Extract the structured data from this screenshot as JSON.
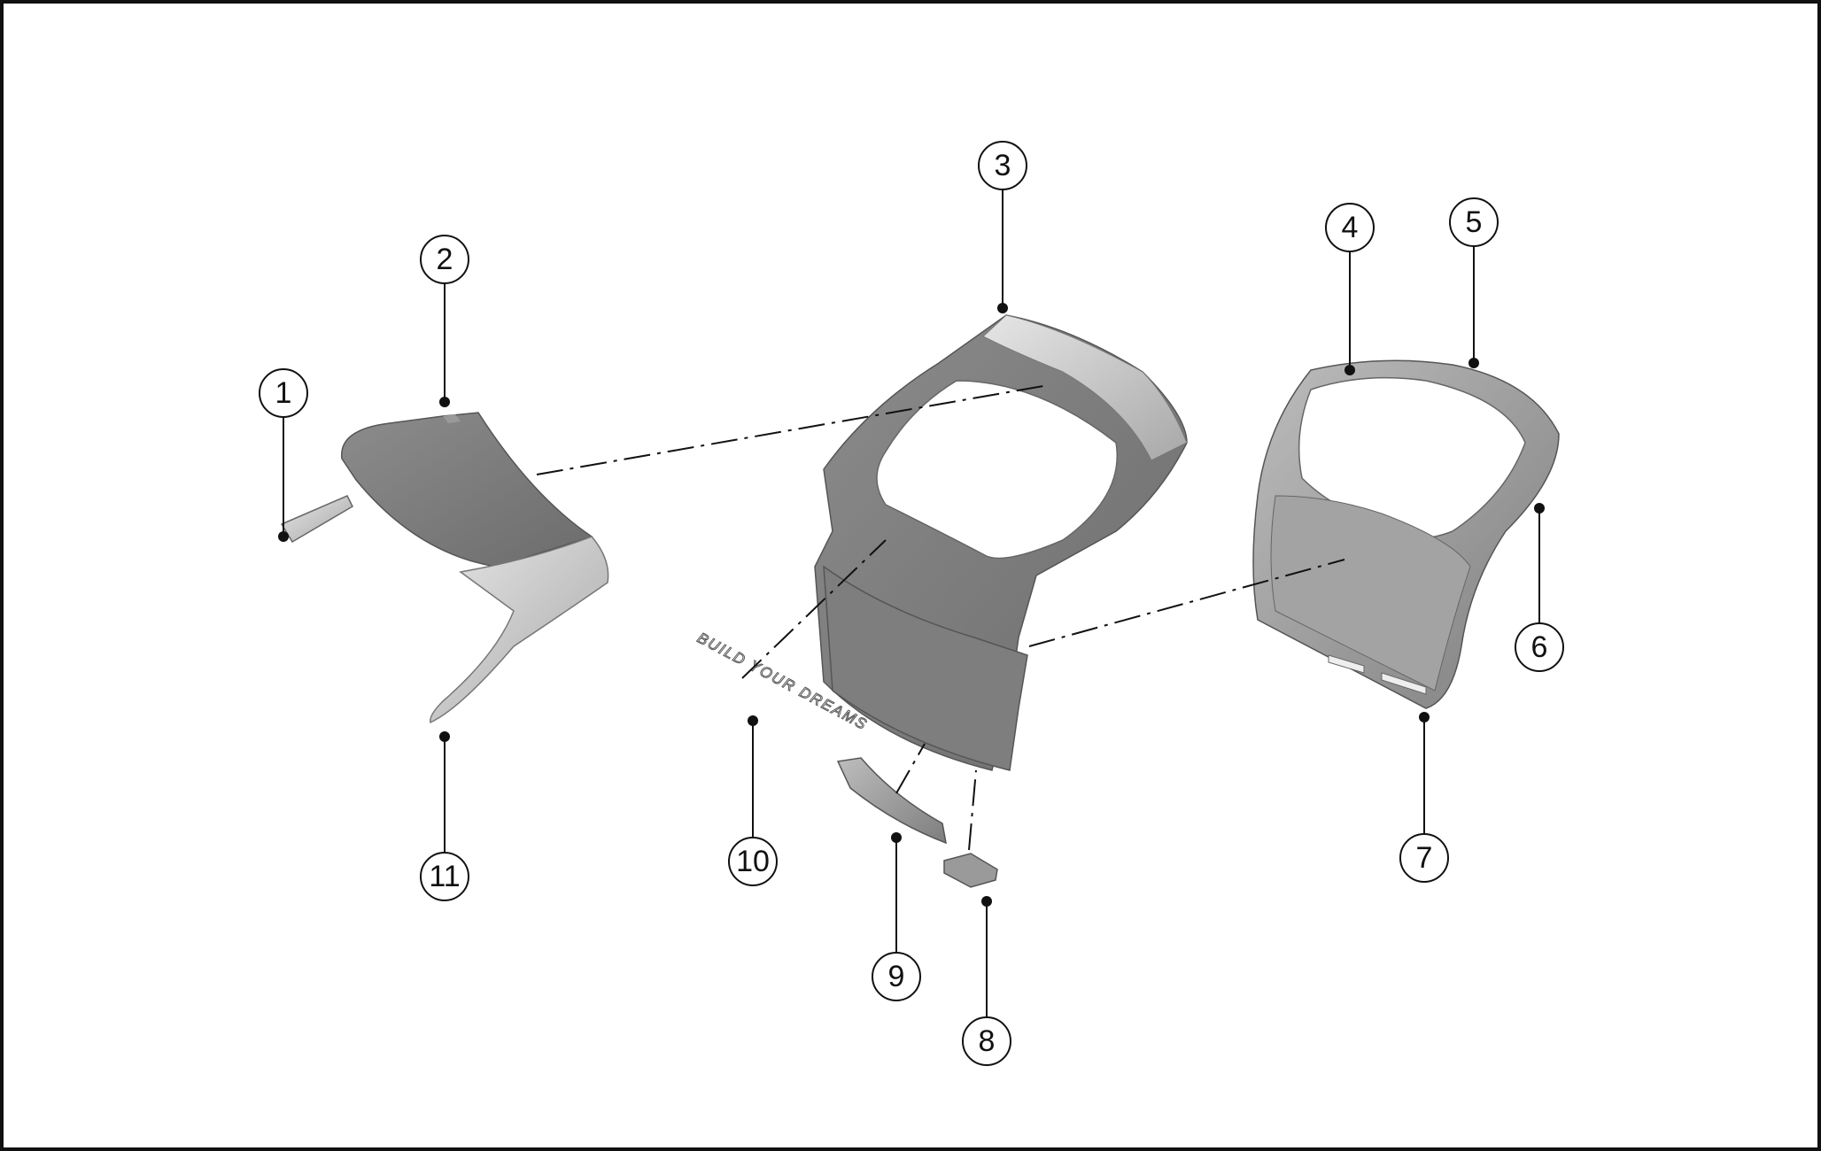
{
  "callouts": [
    {
      "id": "1",
      "label": "1"
    },
    {
      "id": "2",
      "label": "2"
    },
    {
      "id": "3",
      "label": "3"
    },
    {
      "id": "4",
      "label": "4"
    },
    {
      "id": "5",
      "label": "5"
    },
    {
      "id": "6",
      "label": "6"
    },
    {
      "id": "7",
      "label": "7"
    },
    {
      "id": "8",
      "label": "8"
    },
    {
      "id": "9",
      "label": "9"
    },
    {
      "id": "10",
      "label": "10"
    },
    {
      "id": "11",
      "label": "11"
    }
  ],
  "emblem": {
    "text": "BUILD YOUR DREAMS"
  },
  "colors": {
    "line": "#111111",
    "part_dark": "#7a7a7a",
    "part_mid": "#9a9a9a",
    "part_light": "#d2d2d2"
  }
}
